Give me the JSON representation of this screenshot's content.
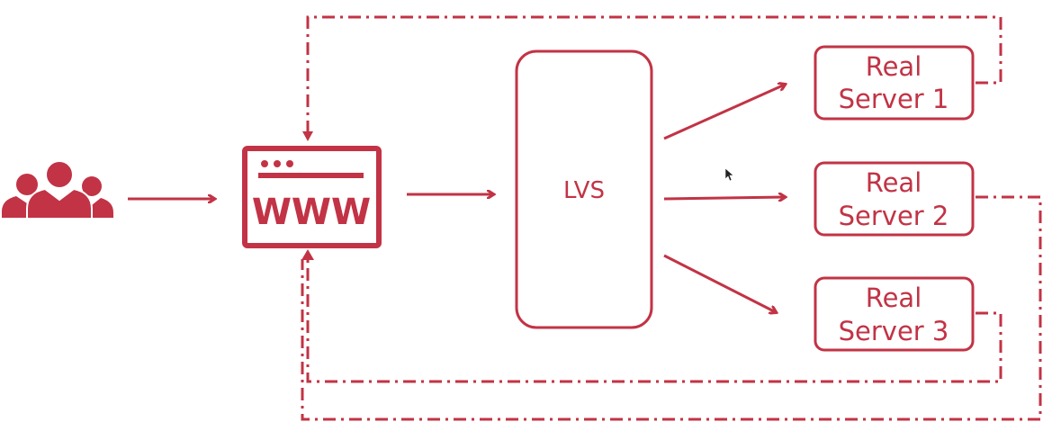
{
  "diagram": {
    "accent_color": "#c23345",
    "lvs_label": "LVS",
    "www_label": "WWW",
    "servers": [
      {
        "line1": "Real",
        "line2": "Server 1"
      },
      {
        "line1": "Real",
        "line2": "Server 2"
      },
      {
        "line1": "Real",
        "line2": "Server 3"
      }
    ],
    "icons": {
      "users": "users-group-icon",
      "browser": "browser-window-icon",
      "cursor": "mouse-cursor-icon"
    }
  }
}
